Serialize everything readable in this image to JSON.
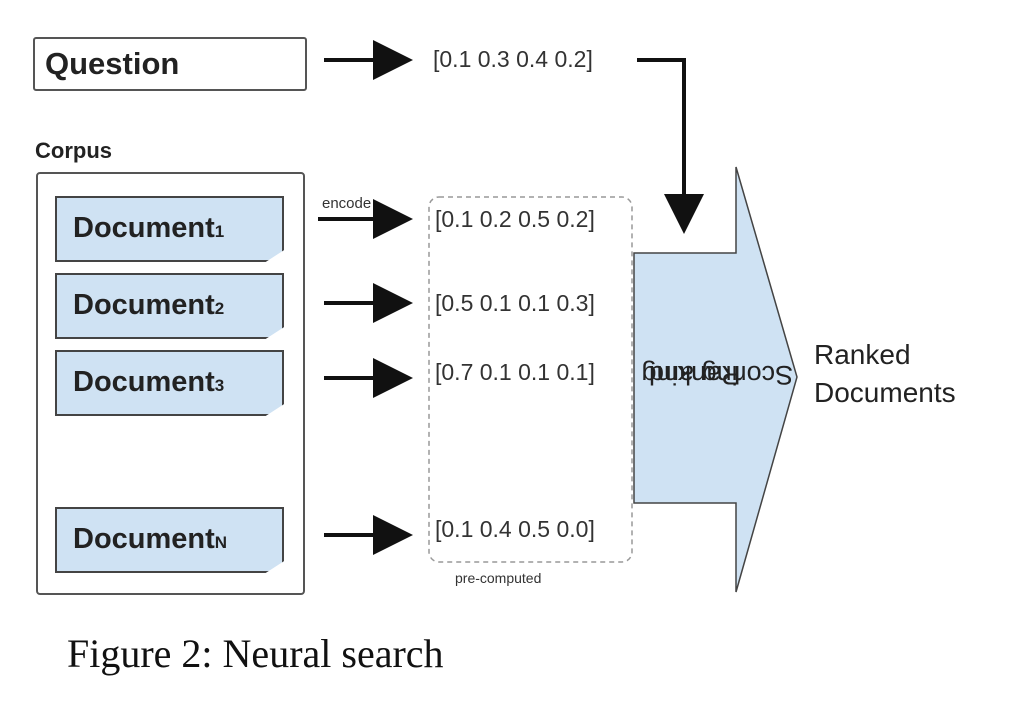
{
  "question": {
    "label": "Question",
    "vector": "[0.1 0.3 0.4 0.2]"
  },
  "corpus": {
    "label": "Corpus",
    "documents": [
      {
        "name": "Document",
        "subscript": "1",
        "vector": "[0.1 0.2 0.5 0.2]"
      },
      {
        "name": "Document",
        "subscript": "2",
        "vector": "[0.5 0.1 0.1 0.3]"
      },
      {
        "name": "Document",
        "subscript": "3",
        "vector": "[0.7 0.1 0.1 0.1]"
      },
      {
        "name": "Document",
        "subscript": "N",
        "vector": "[0.1 0.4 0.5 0.0]"
      }
    ]
  },
  "labels": {
    "encode": "encode",
    "precomputed": "pre-computed",
    "scoring_line1": "Scoring and",
    "scoring_line2": "Ranking",
    "ranked_line1": "Ranked",
    "ranked_line2": "Documents"
  },
  "caption": "Figure 2: Neural search",
  "colors": {
    "document_fill": "#cfe2f3",
    "arrow_fill": "#cfe2f3",
    "stroke": "#444444"
  }
}
